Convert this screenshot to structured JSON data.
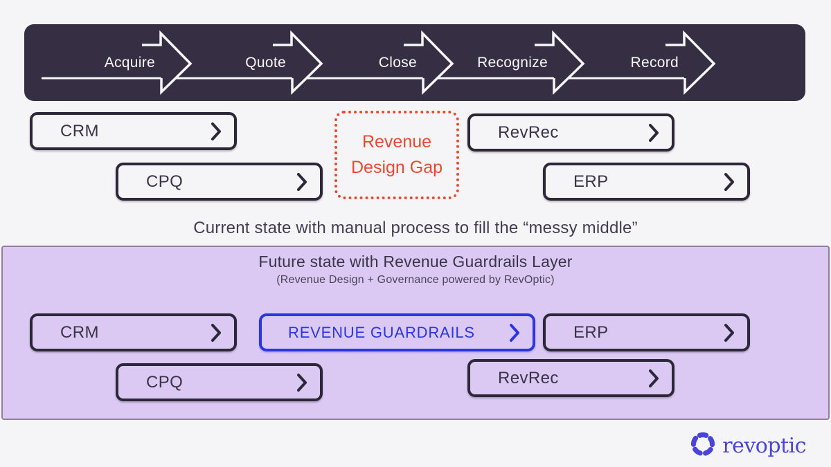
{
  "banner": {
    "stages": [
      {
        "label": "Acquire"
      },
      {
        "label": "Quote"
      },
      {
        "label": "Close"
      },
      {
        "label": "Recognize"
      },
      {
        "label": "Record"
      }
    ]
  },
  "current_state": {
    "systems": [
      {
        "label": "CRM"
      },
      {
        "label": "CPQ"
      },
      {
        "label": "RevRec"
      },
      {
        "label": "ERP"
      }
    ],
    "gap_box": {
      "line1": "Revenue",
      "line2": "Design Gap"
    },
    "caption": "Current state with manual process to fill the “messy middle”"
  },
  "future_state": {
    "title": "Future state with Revenue Guardrails Layer",
    "subtitle": "(Revenue Design + Governance powered by RevOptic)",
    "systems": [
      {
        "label": "CRM"
      },
      {
        "label": "REVENUE GUARDRAILS"
      },
      {
        "label": "ERP"
      },
      {
        "label": "CPQ"
      },
      {
        "label": "RevRec"
      }
    ]
  },
  "footer": {
    "brand": "revoptic"
  },
  "colors": {
    "banner_bg": "#362f44",
    "box_border": "#2d2839",
    "gap_red": "#e84a2f",
    "panel_bg": "#dbc9f4",
    "panel_border": "#8f819c",
    "guardrails_blue": "#2b36e3",
    "brand_blue": "#4a44d8",
    "page_bg": "#f5f4f6"
  }
}
